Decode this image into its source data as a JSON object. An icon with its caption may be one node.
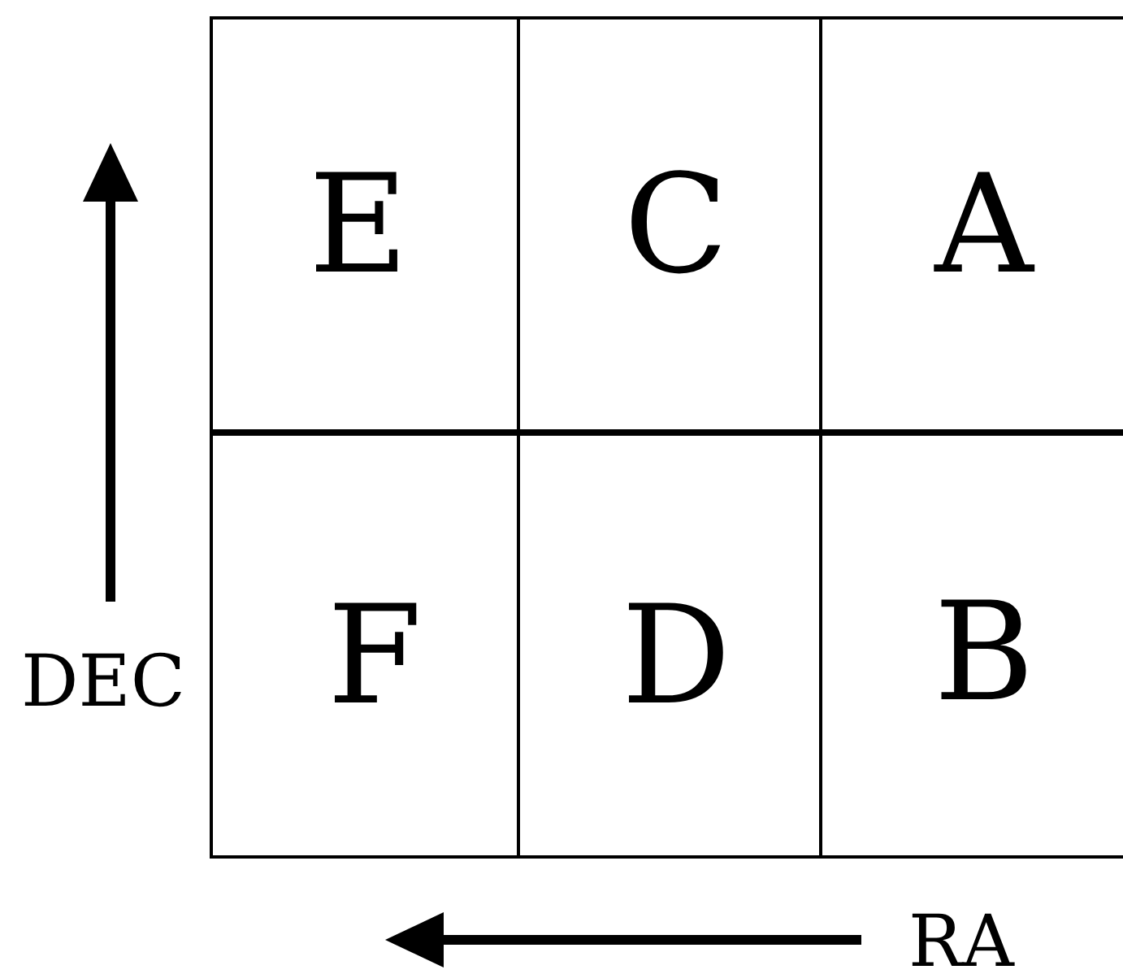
{
  "diagram": {
    "nodes": [
      {
        "text": [
          "E"
        ]
      },
      {
        "text": [
          "C"
        ]
      },
      {
        "text": [
          "A"
        ]
      },
      {
        "text": [
          "F"
        ]
      },
      {
        "text": [
          "D"
        ]
      },
      {
        "text": [
          "B"
        ]
      }
    ],
    "labels": [
      "DEC",
      "RA"
    ]
  }
}
